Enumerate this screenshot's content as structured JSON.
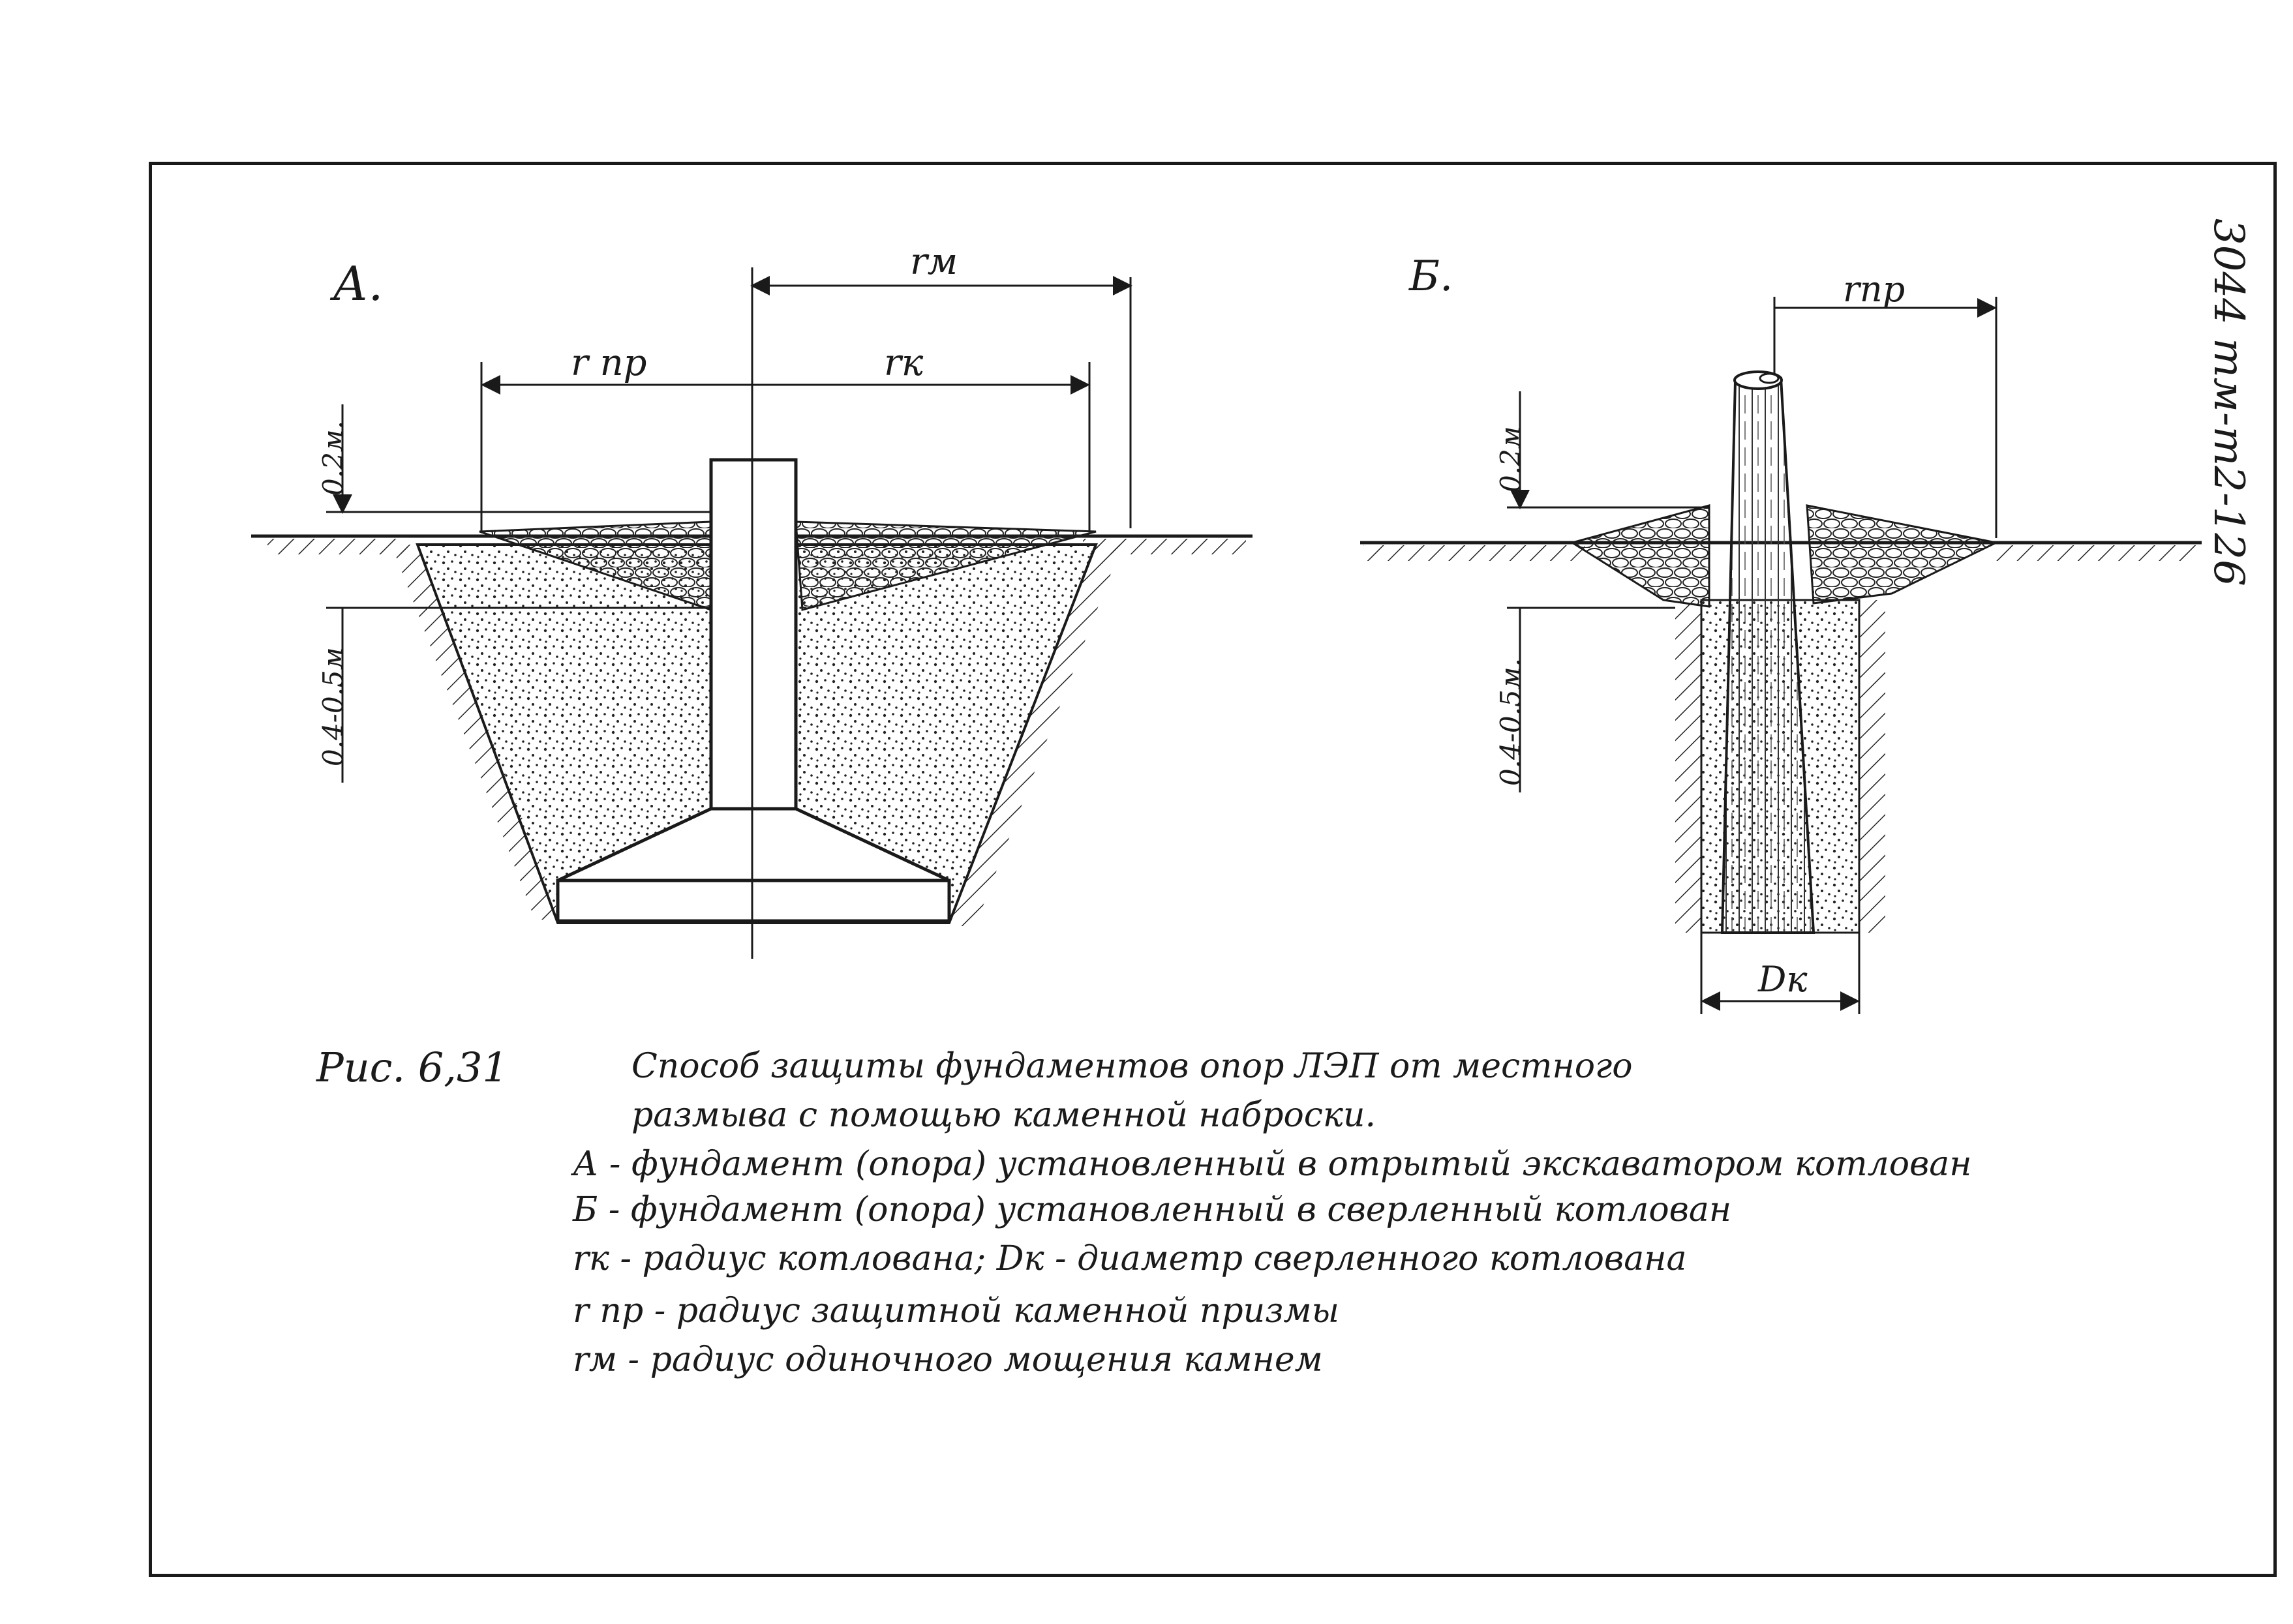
{
  "document_code": "3044 тм-т2-126",
  "figure": {
    "number": "Рис. 6,31",
    "caption_lines": [
      "Способ защиты фундаментов опор ЛЭП от местного",
      "размыва с помощью каменной наброски.",
      "А - фундамент (опора) установленный в отрытый экскаватором котлован",
      "Б - фундамент (опора) установленный в сверленный котлован",
      "rк - радиус котлована;  Dк - диаметр сверленного котлована",
      "r пр - радиус защитной каменной призмы",
      "rм - радиус одиночного мощения камнем"
    ]
  },
  "diagram_a": {
    "label": "А.",
    "r_m": "rм",
    "r_pr": "r пр",
    "r_k": "rк",
    "depth_top": "0.2м.",
    "depth_side": "0.4-0.5м"
  },
  "diagram_b": {
    "label": "Б.",
    "r_pr": "rпр",
    "depth_top": "0.2м",
    "depth_side": "0.4-0.5м.",
    "d_k": "Dк"
  }
}
